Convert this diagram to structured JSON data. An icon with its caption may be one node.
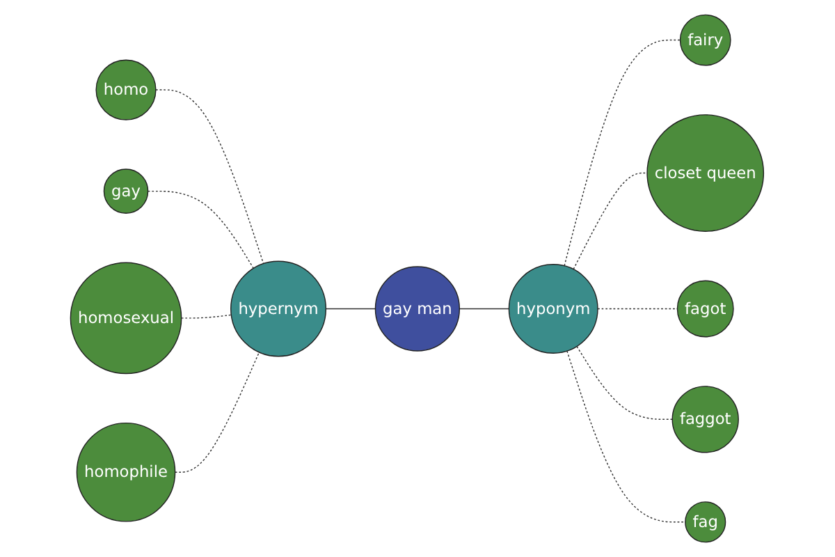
{
  "diagram": {
    "nodes": [
      {
        "text": [
          "gay man"
        ]
      },
      {
        "text": [
          "hyponym"
        ]
      },
      {
        "text": [
          "fairy"
        ]
      },
      {
        "text": [
          "closet queen"
        ]
      },
      {
        "text": [
          "fagot"
        ]
      },
      {
        "text": [
          "faggot"
        ]
      },
      {
        "text": [
          "fag"
        ]
      },
      {
        "text": [
          "hypernym"
        ]
      },
      {
        "text": [
          "homo"
        ]
      },
      {
        "text": [
          "gay"
        ]
      },
      {
        "text": [
          "homosexual"
        ]
      },
      {
        "text": [
          "homophile"
        ]
      }
    ],
    "edges": [
      {
        "from": 8,
        "to": 7,
        "arrow": "none",
        "style": "dashed"
      },
      {
        "from": 9,
        "to": 7,
        "arrow": "none",
        "style": "dashed"
      },
      {
        "from": 10,
        "to": 7,
        "arrow": "none",
        "style": "dashed"
      },
      {
        "from": 11,
        "to": 7,
        "arrow": "none",
        "style": "dashed"
      },
      {
        "from": 7,
        "to": 0,
        "arrow": "none"
      },
      {
        "from": 0,
        "to": 1,
        "arrow": "none"
      },
      {
        "from": 1,
        "to": 2,
        "arrow": "none",
        "style": "dashed"
      },
      {
        "from": 1,
        "to": 3,
        "arrow": "none",
        "style": "dashed"
      },
      {
        "from": 1,
        "to": 4,
        "arrow": "none",
        "style": "dashed"
      },
      {
        "from": 1,
        "to": 5,
        "arrow": "none",
        "style": "dashed"
      },
      {
        "from": 1,
        "to": 6,
        "arrow": "none",
        "style": "dashed"
      }
    ]
  }
}
